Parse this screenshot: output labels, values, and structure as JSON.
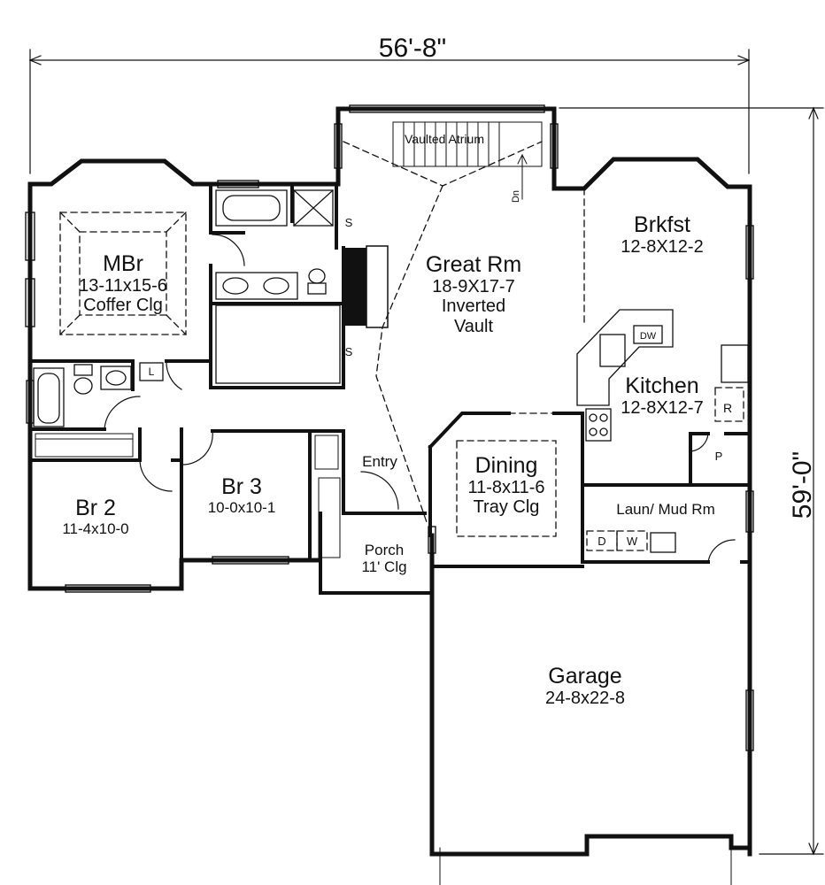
{
  "dimensions": {
    "width": "56'-8\"",
    "depth": "59'-0\""
  },
  "rooms": {
    "mbr": {
      "name": "MBr",
      "size": "13-11x15-6",
      "note": "Coffer Clg"
    },
    "great_rm": {
      "name": "Great Rm",
      "size": "18-9X17-7",
      "note1": "Inverted",
      "note2": "Vault"
    },
    "brkfst": {
      "name": "Brkfst",
      "size": "12-8X12-2"
    },
    "kitchen": {
      "name": "Kitchen",
      "size": "12-8X12-7"
    },
    "dining": {
      "name": "Dining",
      "size": "11-8x11-6",
      "note": "Tray Clg"
    },
    "br2": {
      "name": "Br 2",
      "size": "11-4x10-0"
    },
    "br3": {
      "name": "Br 3",
      "size": "10-0x10-1"
    },
    "entry": {
      "name": "Entry"
    },
    "porch": {
      "name": "Porch",
      "note": "11' Clg"
    },
    "laun": {
      "name": "Laun/ Mud Rm"
    },
    "garage": {
      "name": "Garage",
      "size": "24-8x22-8"
    },
    "atrium": {
      "name": "Vaulted Atrium"
    }
  },
  "fixtures": {
    "dw": "DW",
    "refrigerator": "R",
    "pantry": "P",
    "dryer": "D",
    "washer": "W",
    "linen": "L",
    "shelf": "S",
    "stairs_down": "Dn"
  }
}
